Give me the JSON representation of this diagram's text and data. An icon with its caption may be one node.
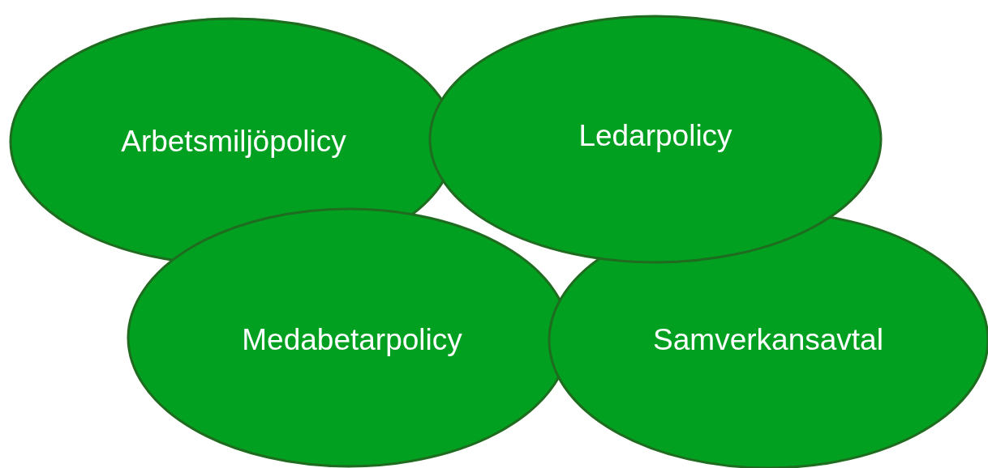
{
  "diagram": {
    "nodes": [
      {
        "text": [
          "Arbetsmiljöpolicy"
        ]
      },
      {
        "text": [
          "Ledarpolicy"
        ]
      },
      {
        "text": [
          "Medabetarpolicy"
        ]
      },
      {
        "text": [
          "Samverkansavtal"
        ]
      }
    ]
  }
}
